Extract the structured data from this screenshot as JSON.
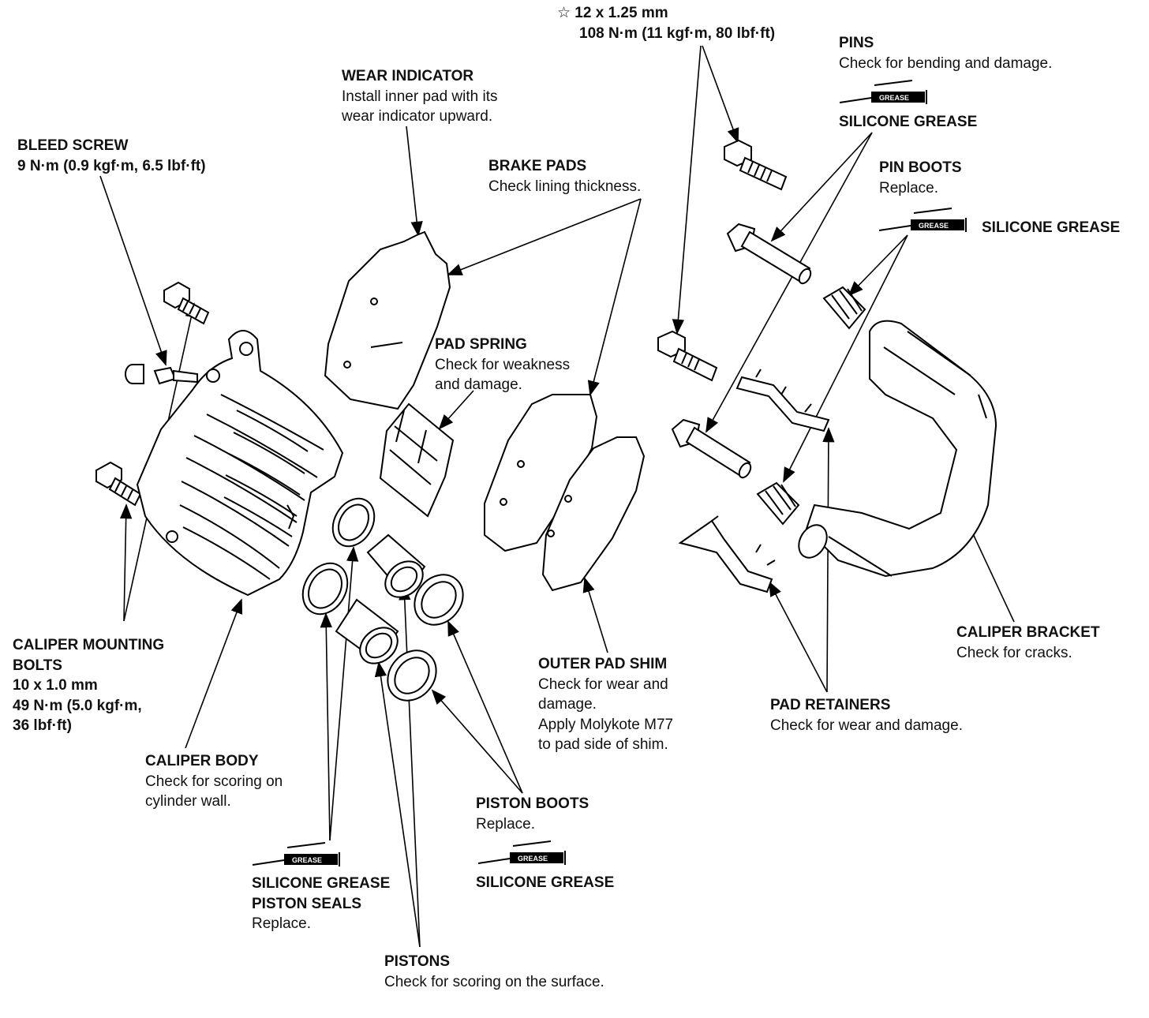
{
  "labels": {
    "torque_top": {
      "line1": "☆ 12 x 1.25 mm",
      "line2": "108 N·m (11 kgf·m, 80 lbf·ft)"
    },
    "pins": {
      "title": "PINS",
      "line1": "Check for bending and damage.",
      "grease": "SILICONE GREASE"
    },
    "wear_indicator": {
      "title": "WEAR INDICATOR",
      "line1": "Install inner pad with its",
      "line2": "wear indicator upward."
    },
    "bleed_screw": {
      "title": "BLEED SCREW",
      "line1": "9 N·m (0.9 kgf·m, 6.5 lbf·ft)"
    },
    "brake_pads": {
      "title": "BRAKE PADS",
      "line1": "Check lining thickness."
    },
    "pin_boots": {
      "title": "PIN BOOTS",
      "line1": "Replace.",
      "grease": "SILICONE GREASE"
    },
    "pad_spring": {
      "title": "PAD SPRING",
      "line1": "Check for weakness",
      "line2": "and damage."
    },
    "caliper_bolts": {
      "title1": "CALIPER MOUNTING",
      "title2": "BOLTS",
      "line1": "10 x 1.0 mm",
      "line2": "49 N·m (5.0 kgf·m,",
      "line3": "36 lbf·ft)"
    },
    "caliper_bracket": {
      "title": "CALIPER BRACKET",
      "line1": "Check for cracks."
    },
    "outer_pad_shim": {
      "title": "OUTER PAD SHIM",
      "line1": "Check for wear and",
      "line2": "damage.",
      "line3": "Apply Molykote M77",
      "line4": "to pad side of shim."
    },
    "pad_retainers": {
      "title": "PAD RETAINERS",
      "line1": "Check for wear and damage."
    },
    "caliper_body": {
      "title": "CALIPER BODY",
      "line1": "Check for scoring on",
      "line2": "cylinder wall."
    },
    "piston_boots": {
      "title": "PISTON BOOTS",
      "line1": "Replace.",
      "grease": "SILICONE GREASE"
    },
    "piston_seals": {
      "grease": "SILICONE GREASE",
      "title": "PISTON SEALS",
      "line1": "Replace."
    },
    "pistons": {
      "title": "PISTONS",
      "line1": "Check for scoring on the surface."
    }
  },
  "grease_tag": "GREASE"
}
